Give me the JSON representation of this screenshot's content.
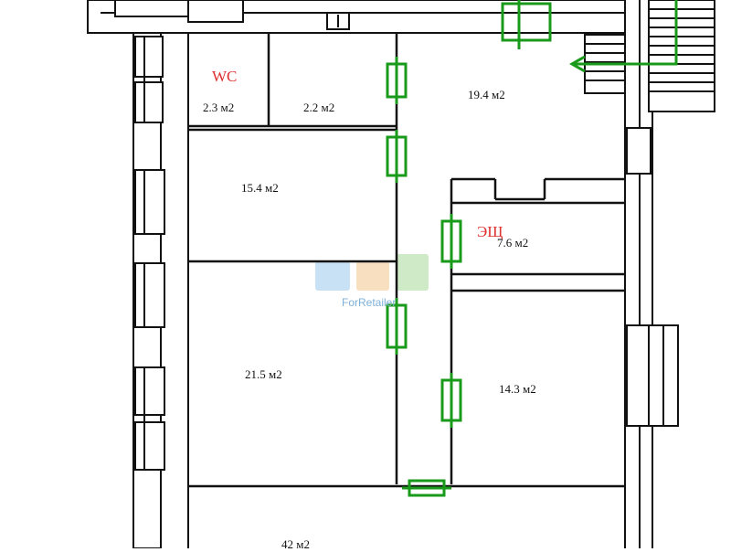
{
  "plan": {
    "rooms": [
      {
        "id": "wc-label",
        "label": "WC"
      },
      {
        "id": "room-wc-left",
        "area": "2.3 м2"
      },
      {
        "id": "room-wc-right",
        "area": "2.2 м2"
      },
      {
        "id": "room-hall",
        "area": "19.4 м2"
      },
      {
        "id": "room-office-1",
        "area": "15.4 м2"
      },
      {
        "id": "room-elec",
        "label": "ЭЩ",
        "area": "7.6 м2"
      },
      {
        "id": "room-office-2",
        "area": "21.5 м2"
      },
      {
        "id": "room-office-3",
        "area": "14.3 м2"
      },
      {
        "id": "room-bottom",
        "area": "42 м2"
      }
    ],
    "watermark": "ForRetailer",
    "colors": {
      "wall": "#111111",
      "door": "#1a9a1a",
      "room_label": "#e03030",
      "watermark": "#7fb0d9"
    }
  }
}
